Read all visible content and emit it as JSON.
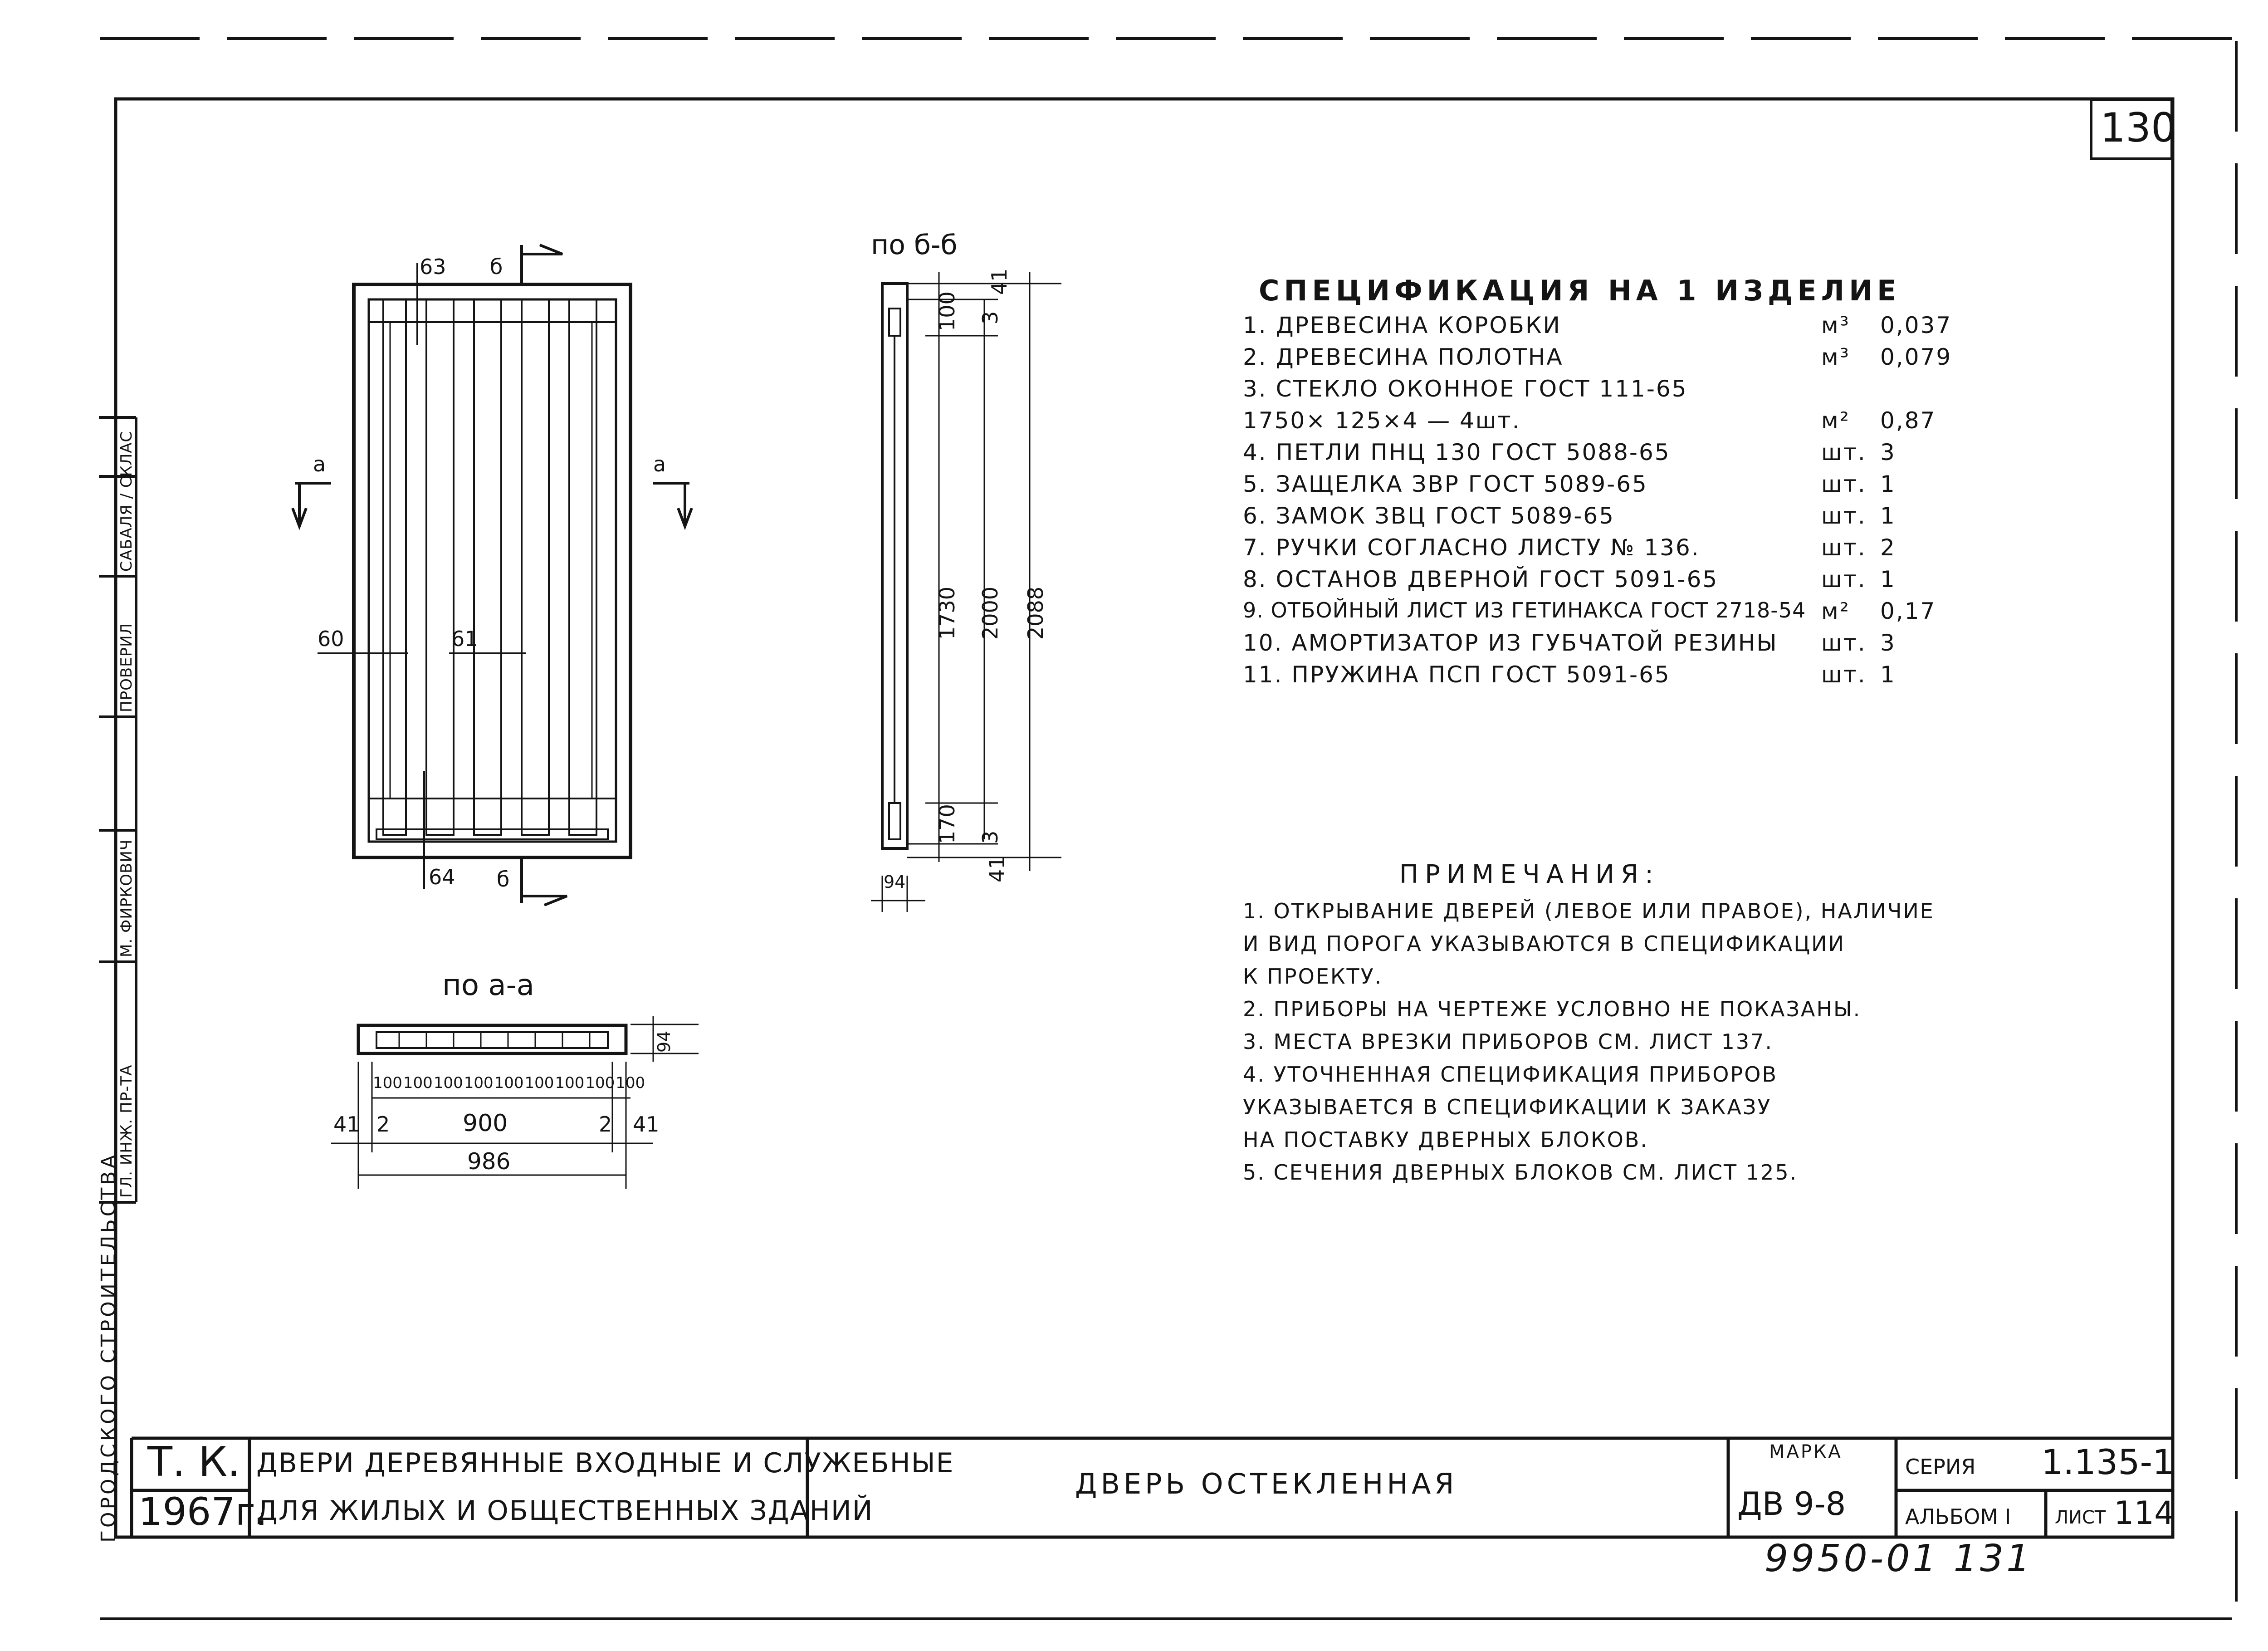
{
  "sheet": {
    "page_number": "130",
    "ref_number": "9950-01  131"
  },
  "views": {
    "front": {
      "section_label": "б",
      "section_mark_left": "а",
      "section_mark_right": "а"
    },
    "section_bb": {
      "title": "по б-б"
    },
    "section_aa": {
      "title": "по а-а"
    }
  },
  "dimensions": {
    "front": [
      "63",
      "60",
      "61",
      "64"
    ],
    "bb": [
      "41",
      "100",
      "3",
      "1730",
      "2000",
      "2088",
      "170",
      "3",
      "41",
      "94"
    ],
    "aa": [
      "94",
      "100",
      "100",
      "100",
      "100",
      "100",
      "100",
      "100",
      "100",
      "100",
      "41",
      "2",
      "900",
      "2",
      "41",
      "986"
    ]
  },
  "spec": {
    "title": "СПЕЦИФИКАЦИЯ  НА 1 ИЗДЕЛИЕ",
    "items": [
      {
        "text": "1. ДРЕВЕСИНА  КОРОБКИ",
        "unit": "м³",
        "qty": "0,037"
      },
      {
        "text": "2. ДРЕВЕСИНА  ПОЛОТНА",
        "unit": "м³",
        "qty": "0,079"
      },
      {
        "text": "3. СТЕКЛО ОКОННОЕ ГОСТ 111-65",
        "unit": "",
        "qty": ""
      },
      {
        "text": "    1750× 125×4 — 4шт.",
        "unit": "м²",
        "qty": "0,87"
      },
      {
        "text": "4. ПЕТЛИ ПНЦ 130 ГОСТ 5088-65",
        "unit": "шт.",
        "qty": "3"
      },
      {
        "text": "5. ЗАЩЕЛКА ЗВР ГОСТ 5089-65",
        "unit": "шт.",
        "qty": "1"
      },
      {
        "text": "6. ЗАМОК ЗВЦ ГОСТ 5089-65",
        "unit": "шт.",
        "qty": "1"
      },
      {
        "text": "7. РУЧКИ СОГЛАСНО ЛИСТУ № 136.",
        "unit": "шт.",
        "qty": "2"
      },
      {
        "text": "8. ОСТАНОВ ДВЕРНОЙ ГОСТ 5091-65",
        "unit": "шт.",
        "qty": "1"
      },
      {
        "text": "9. ОТБОЙНЫЙ ЛИСТ ИЗ ГЕТИНАКСА ГОСТ 2718-54",
        "unit": "м²",
        "qty": "0,17"
      },
      {
        "text": "10. АМОРТИЗАТОР ИЗ ГУБЧАТОЙ РЕЗИНЫ",
        "unit": "шт.",
        "qty": "3"
      },
      {
        "text": "11. ПРУЖИНА ПСП ГОСТ 5091-65",
        "unit": "шт.",
        "qty": "1"
      }
    ]
  },
  "notes": {
    "title": "ПРИМЕЧАНИЯ:",
    "lines": [
      "1. ОТКРЫВАНИЕ ДВЕРЕЙ (ЛЕВОЕ ИЛИ ПРАВОЕ), НАЛИЧИЕ",
      "    И ВИД ПОРОГА УКАЗЫВАЮТСЯ В СПЕЦИФИКАЦИИ",
      "    К ПРОЕКТУ.",
      "2. ПРИБОРЫ НА ЧЕРТЕЖЕ УСЛОВНО НЕ ПОКАЗАНЫ.",
      "3. МЕСТА ВРЕЗКИ ПРИБОРОВ  СМ. ЛИСТ 137.",
      "4. УТОЧНЕННАЯ СПЕЦИФИКАЦИЯ ПРИБОРОВ",
      "    УКАЗЫВАЕТСЯ В СПЕЦИФИКАЦИИ К ЗАКАЗУ",
      "    НА ПОСТАВКУ ДВЕРНЫХ БЛОКОВ.",
      "5. СЕЧЕНИЯ ДВЕРНЫХ БЛОКОВ СМ. ЛИСТ 125."
    ]
  },
  "title_block": {
    "org": "Т. К.",
    "year": "1967г.",
    "subject_line1": "ДВЕРИ ДЕРЕВЯННЫЕ ВХОДНЫЕ И СЛУЖЕБНЫЕ",
    "subject_line2": "ДЛЯ ЖИЛЫХ И ОБЩЕСТВЕННЫХ ЗДАНИЙ",
    "drawing_name": "ДВЕРЬ ОСТЕКЛЕННАЯ",
    "mark_label": "МАРКА",
    "mark_value": "ДВ 9-8",
    "series_label": "СЕРИЯ",
    "series_value": "1.135-1",
    "album_label": "АЛЬБОМ I",
    "sheet_label": "ЛИСТ",
    "sheet_value": "114"
  },
  "side_stamp": {
    "org_text": "ГОРОДСКОГО  СТРОИТЕЛЬСТВА",
    "role1": "ГЛ. ИНЖ. ПР-ТА",
    "role2": "М. ФИРКОВИЧ",
    "role3": "ПРОВЕРИЛ",
    "role4": "САБАЛЯ / СКЛАС"
  }
}
